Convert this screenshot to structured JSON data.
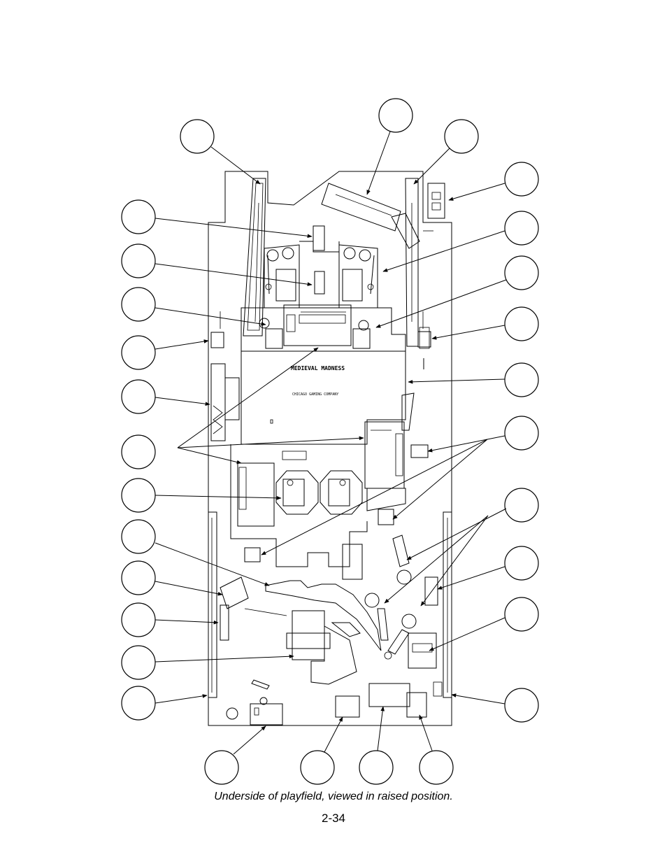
{
  "diagram": {
    "board_title": "MEDIEVAL MADNESS",
    "board_subtitle": "CHICAGO GAMING COMPANY"
  },
  "caption": "Underside of playfield,  viewed in raised position.",
  "page_number": "2-34"
}
